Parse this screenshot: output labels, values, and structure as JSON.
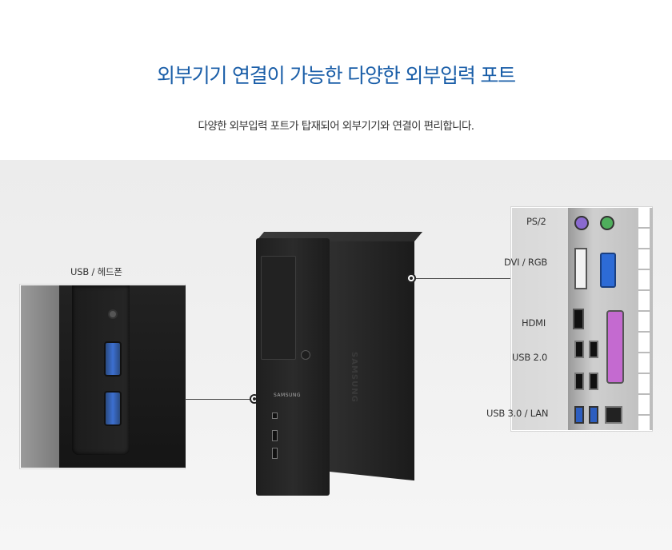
{
  "header": {
    "title": "외부기기 연결이 가능한 다양한 외부입력 포트",
    "subtitle": "다양한 외부입력 포트가 탑재되어 외부기기와 연결이 편리합니다."
  },
  "left_callout": {
    "label": "USB / 헤드폰"
  },
  "right_callout": {
    "labels": [
      "PS/2",
      "DVI / RGB",
      "HDMI",
      "USB 2.0",
      "USB 3.0 / LAN"
    ]
  },
  "product": {
    "brand": "SAMSUNG"
  },
  "colors": {
    "title": "#1a5ea8",
    "text": "#333333",
    "background": "#ffffff",
    "stage": "#eeeeee"
  }
}
